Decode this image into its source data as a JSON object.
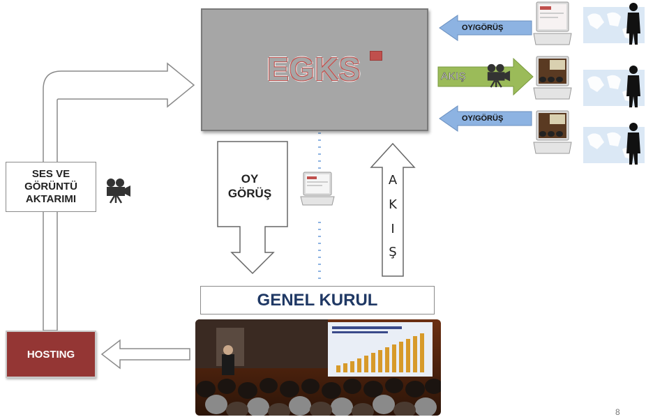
{
  "diagram": {
    "egks_title": "EGKS",
    "vote_label": "OY\nGÖRÜŞ",
    "flow_letters": [
      "A",
      "K",
      "I",
      "Ş"
    ],
    "av_transfer_label": "SES VE\nGÖRÜNTÜ\nAKTARIMI",
    "hosting_label": "HOSTING",
    "assembly_label": "GENEL KURUL",
    "remote_users": [
      {
        "arrow_label": "OY/GÖRÜŞ"
      },
      {
        "arrow_label": "AKIŞ"
      },
      {
        "arrow_label": "OY/GÖRÜŞ"
      }
    ],
    "page_number": "8"
  },
  "colors": {
    "egks_box": "#a6a6a6",
    "egks_outline": "#c0504d",
    "hosting": "#943634",
    "assembly_text": "#1f3864",
    "vote_arrow": "#8db3e2",
    "stream_arrow": "#9bbb59",
    "dotted_link": "#8db3e2"
  },
  "icons": [
    "video-camera-icon",
    "laptop-icon",
    "businessman-icon",
    "world-map-icon"
  ]
}
